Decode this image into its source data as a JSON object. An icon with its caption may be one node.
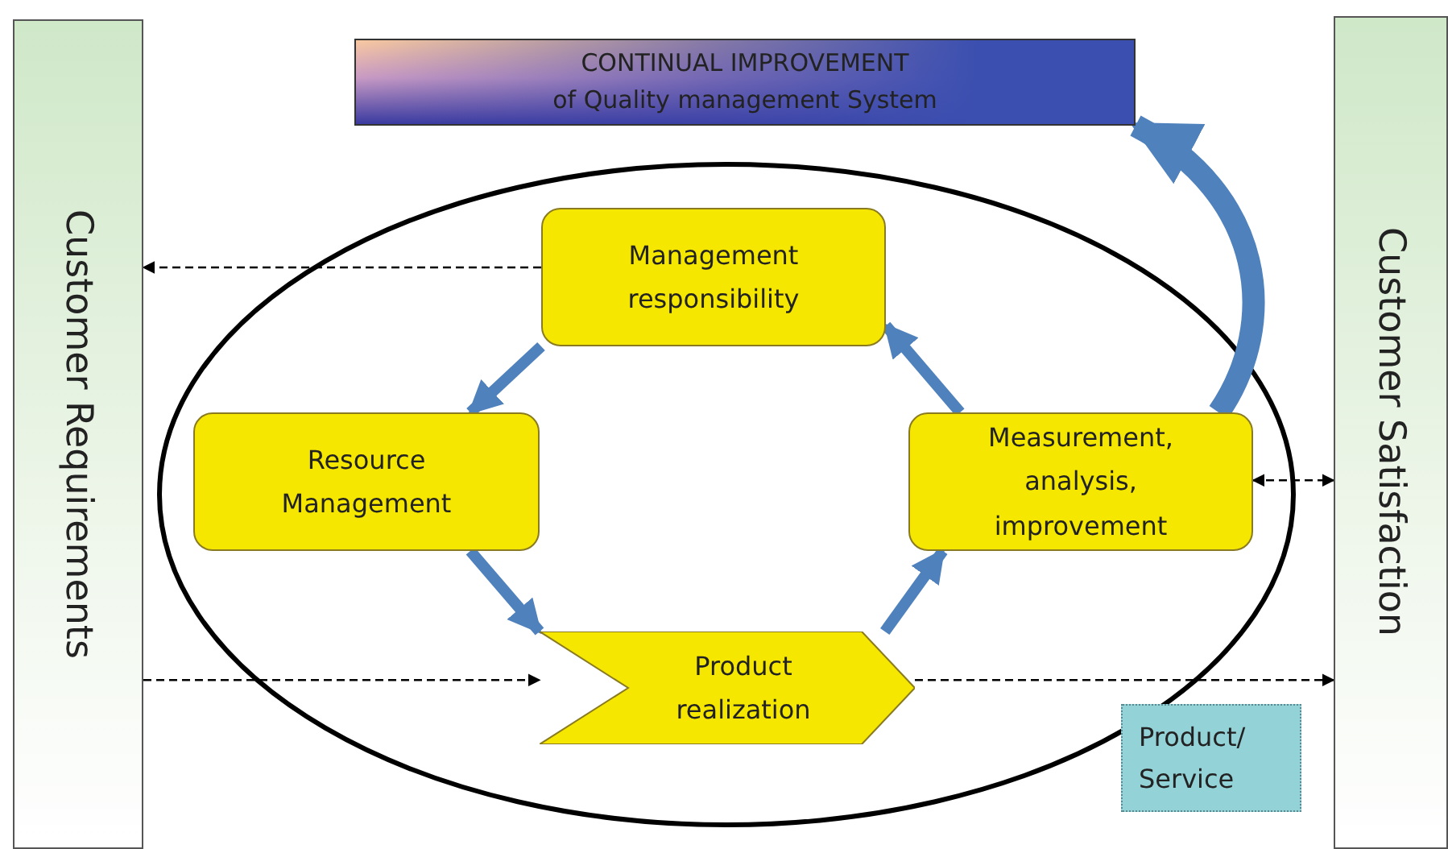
{
  "diagram": {
    "nodes": [
      {
        "text": [
          "Customer Requirements"
        ]
      },
      {
        "text": [
          "Customer Satisfaction"
        ]
      },
      {
        "text": [
          "CONTINUAL IMPROVEMENT",
          "of Quality management System"
        ]
      },
      {
        "text": [
          "Management responsibility"
        ]
      },
      {
        "text": [
          "Resource Management"
        ]
      },
      {
        "text": [
          "Measurement, analysis, improvement"
        ]
      },
      {
        "text": [
          "Product realization"
        ]
      },
      {
        "text": [
          "Product/ Service"
        ]
      }
    ],
    "edges": [
      {
        "from": 3,
        "to": 0,
        "arrow": "to",
        "style": "dashed",
        "color": "#000000"
      },
      {
        "from": 3,
        "to": 4,
        "arrow": "to"
      },
      {
        "from": 4,
        "to": 6,
        "arrow": "to"
      },
      {
        "from": 6,
        "to": 5,
        "arrow": "to"
      },
      {
        "from": 5,
        "to": 3,
        "arrow": "to"
      },
      {
        "from": 5,
        "to": 1,
        "arrow": "both",
        "style": "dashed",
        "color": "#000000"
      },
      {
        "from": 0,
        "to": 6,
        "arrow": "to",
        "style": "dashed",
        "color": "#000000"
      },
      {
        "from": 6,
        "to": 1,
        "arrow": "to",
        "style": "dashed",
        "color": "#000000"
      },
      {
        "from": 5,
        "to": 2,
        "arrow": "to",
        "style": "thick"
      }
    ]
  }
}
